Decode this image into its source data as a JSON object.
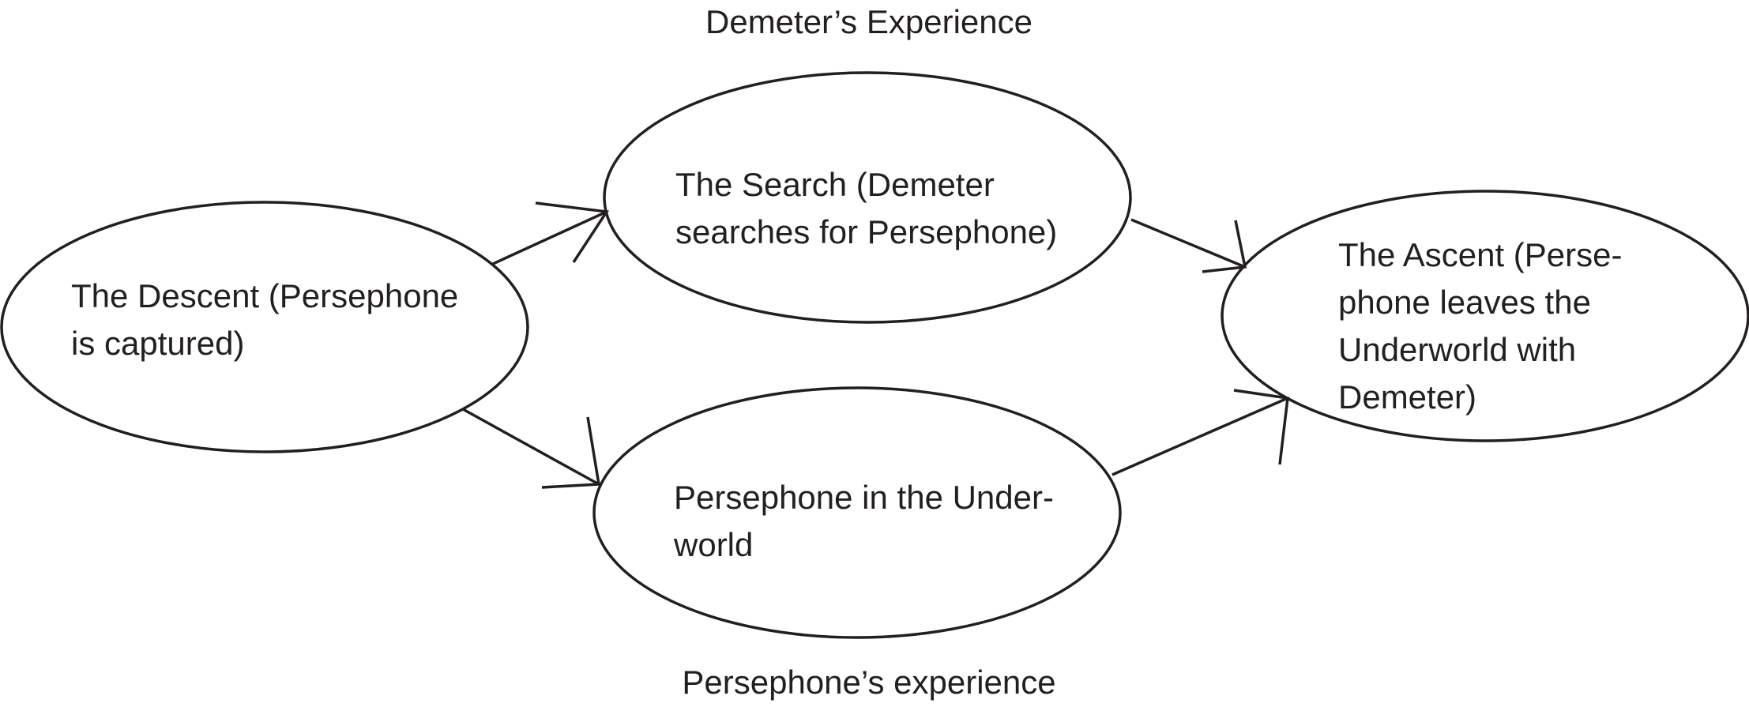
{
  "diagram": {
    "top_caption": "Demeter’s Experience",
    "bottom_caption": "Persephone’s experience",
    "nodes": {
      "descent": {
        "label": "The Descent (Persephone\nis captured)"
      },
      "search": {
        "label": "The Search (Demeter\nsearches for Persephone)"
      },
      "underworld": {
        "label": "Persephone in the Under-\nworld"
      },
      "ascent": {
        "label": "The Ascent (Perse-\nphone leaves the\nUnderworld with\nDemeter)"
      }
    },
    "edges": [
      {
        "from": "descent",
        "to": "search"
      },
      {
        "from": "descent",
        "to": "underworld"
      },
      {
        "from": "search",
        "to": "ascent"
      },
      {
        "from": "underworld",
        "to": "ascent"
      }
    ]
  }
}
